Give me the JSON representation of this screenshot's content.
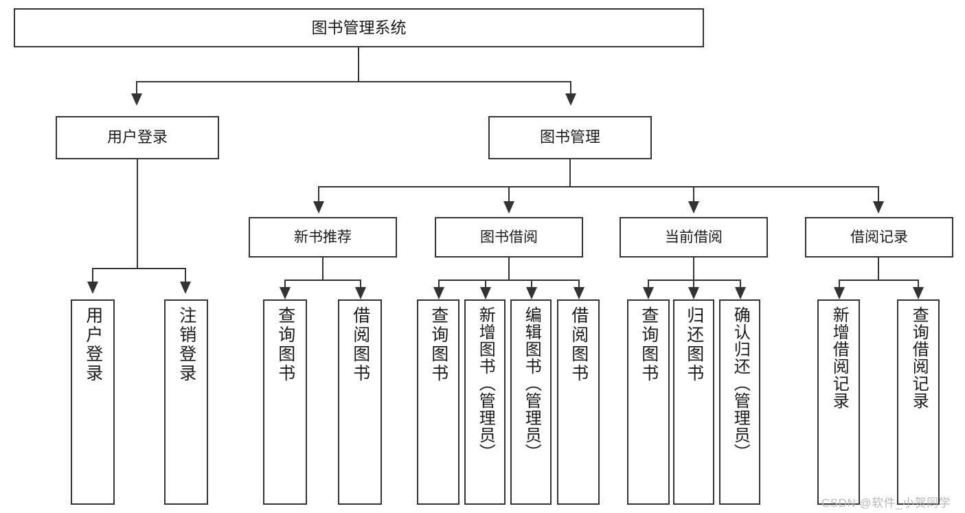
{
  "diagram": {
    "type": "tree",
    "title": "图书管理系统",
    "background_color": "#ffffff",
    "line_color": "#333333",
    "text_color": "#1a1a1a"
  },
  "nodes": {
    "root": {
      "label": "图书管理系统"
    },
    "level2": [
      {
        "label": "用户登录"
      },
      {
        "label": "图书管理"
      }
    ],
    "level3": [
      {
        "label": "新书推荐"
      },
      {
        "label": "图书借阅"
      },
      {
        "label": "当前借阅"
      },
      {
        "label": "借阅记录"
      }
    ],
    "leaves_user_login": [
      {
        "label": "用户登录"
      },
      {
        "label": "注销登录"
      }
    ],
    "leaves_new_book": [
      {
        "label": "查询图书"
      },
      {
        "label": "借阅图书"
      }
    ],
    "leaves_borrow": [
      {
        "label": "查询图书"
      },
      {
        "label": "新增图书（管理员）"
      },
      {
        "label": "编辑图书（管理员）"
      },
      {
        "label": "借阅图书"
      }
    ],
    "leaves_current": [
      {
        "label": "查询图书"
      },
      {
        "label": "归还图书"
      },
      {
        "label": "确认归还（管理员）"
      }
    ],
    "leaves_record": [
      {
        "label": "新增借阅记录"
      },
      {
        "label": "查询借阅记录"
      }
    ]
  },
  "watermark": {
    "text": "CSDN @软件_小贺同学"
  }
}
